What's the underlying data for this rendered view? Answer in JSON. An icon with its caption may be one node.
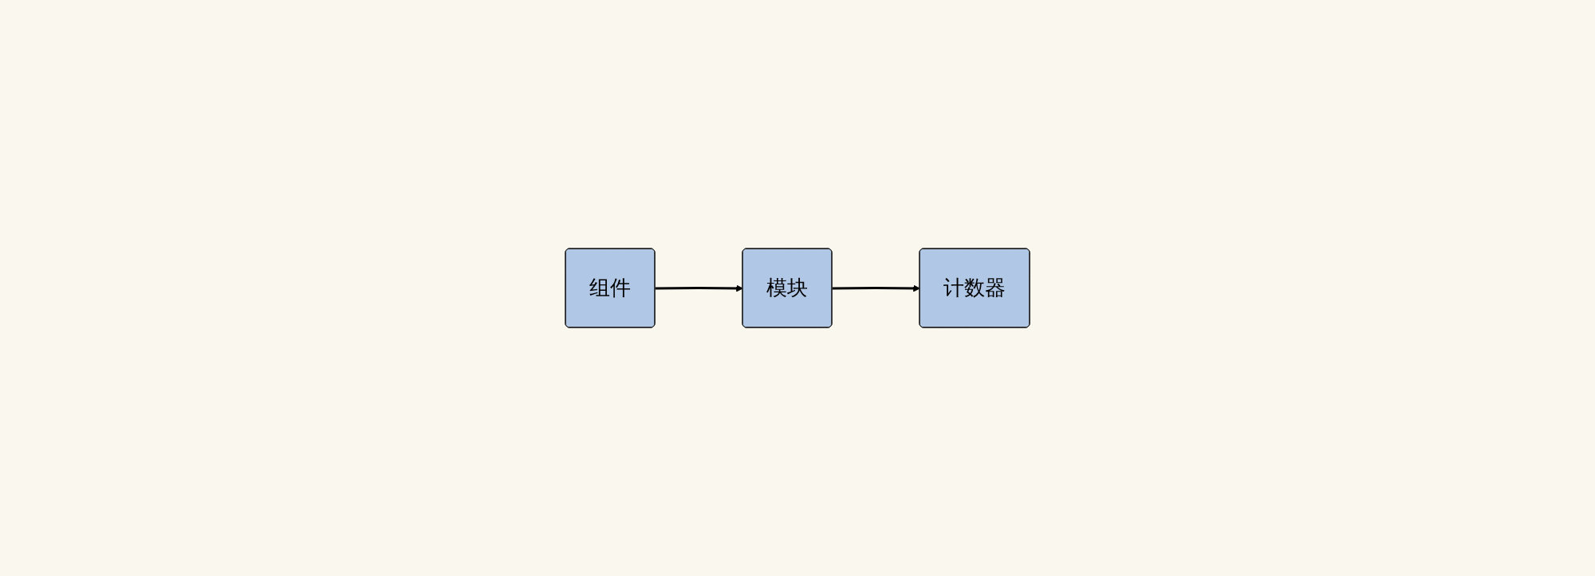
{
  "diagram": {
    "nodes": [
      {
        "text": [
          "组件"
        ]
      },
      {
        "text": [
          "模块"
        ]
      },
      {
        "text": [
          "计数器"
        ]
      }
    ],
    "edges": [
      {
        "from": 0,
        "to": 1,
        "arrow": "to"
      },
      {
        "from": 1,
        "to": 2,
        "arrow": "to"
      }
    ]
  }
}
